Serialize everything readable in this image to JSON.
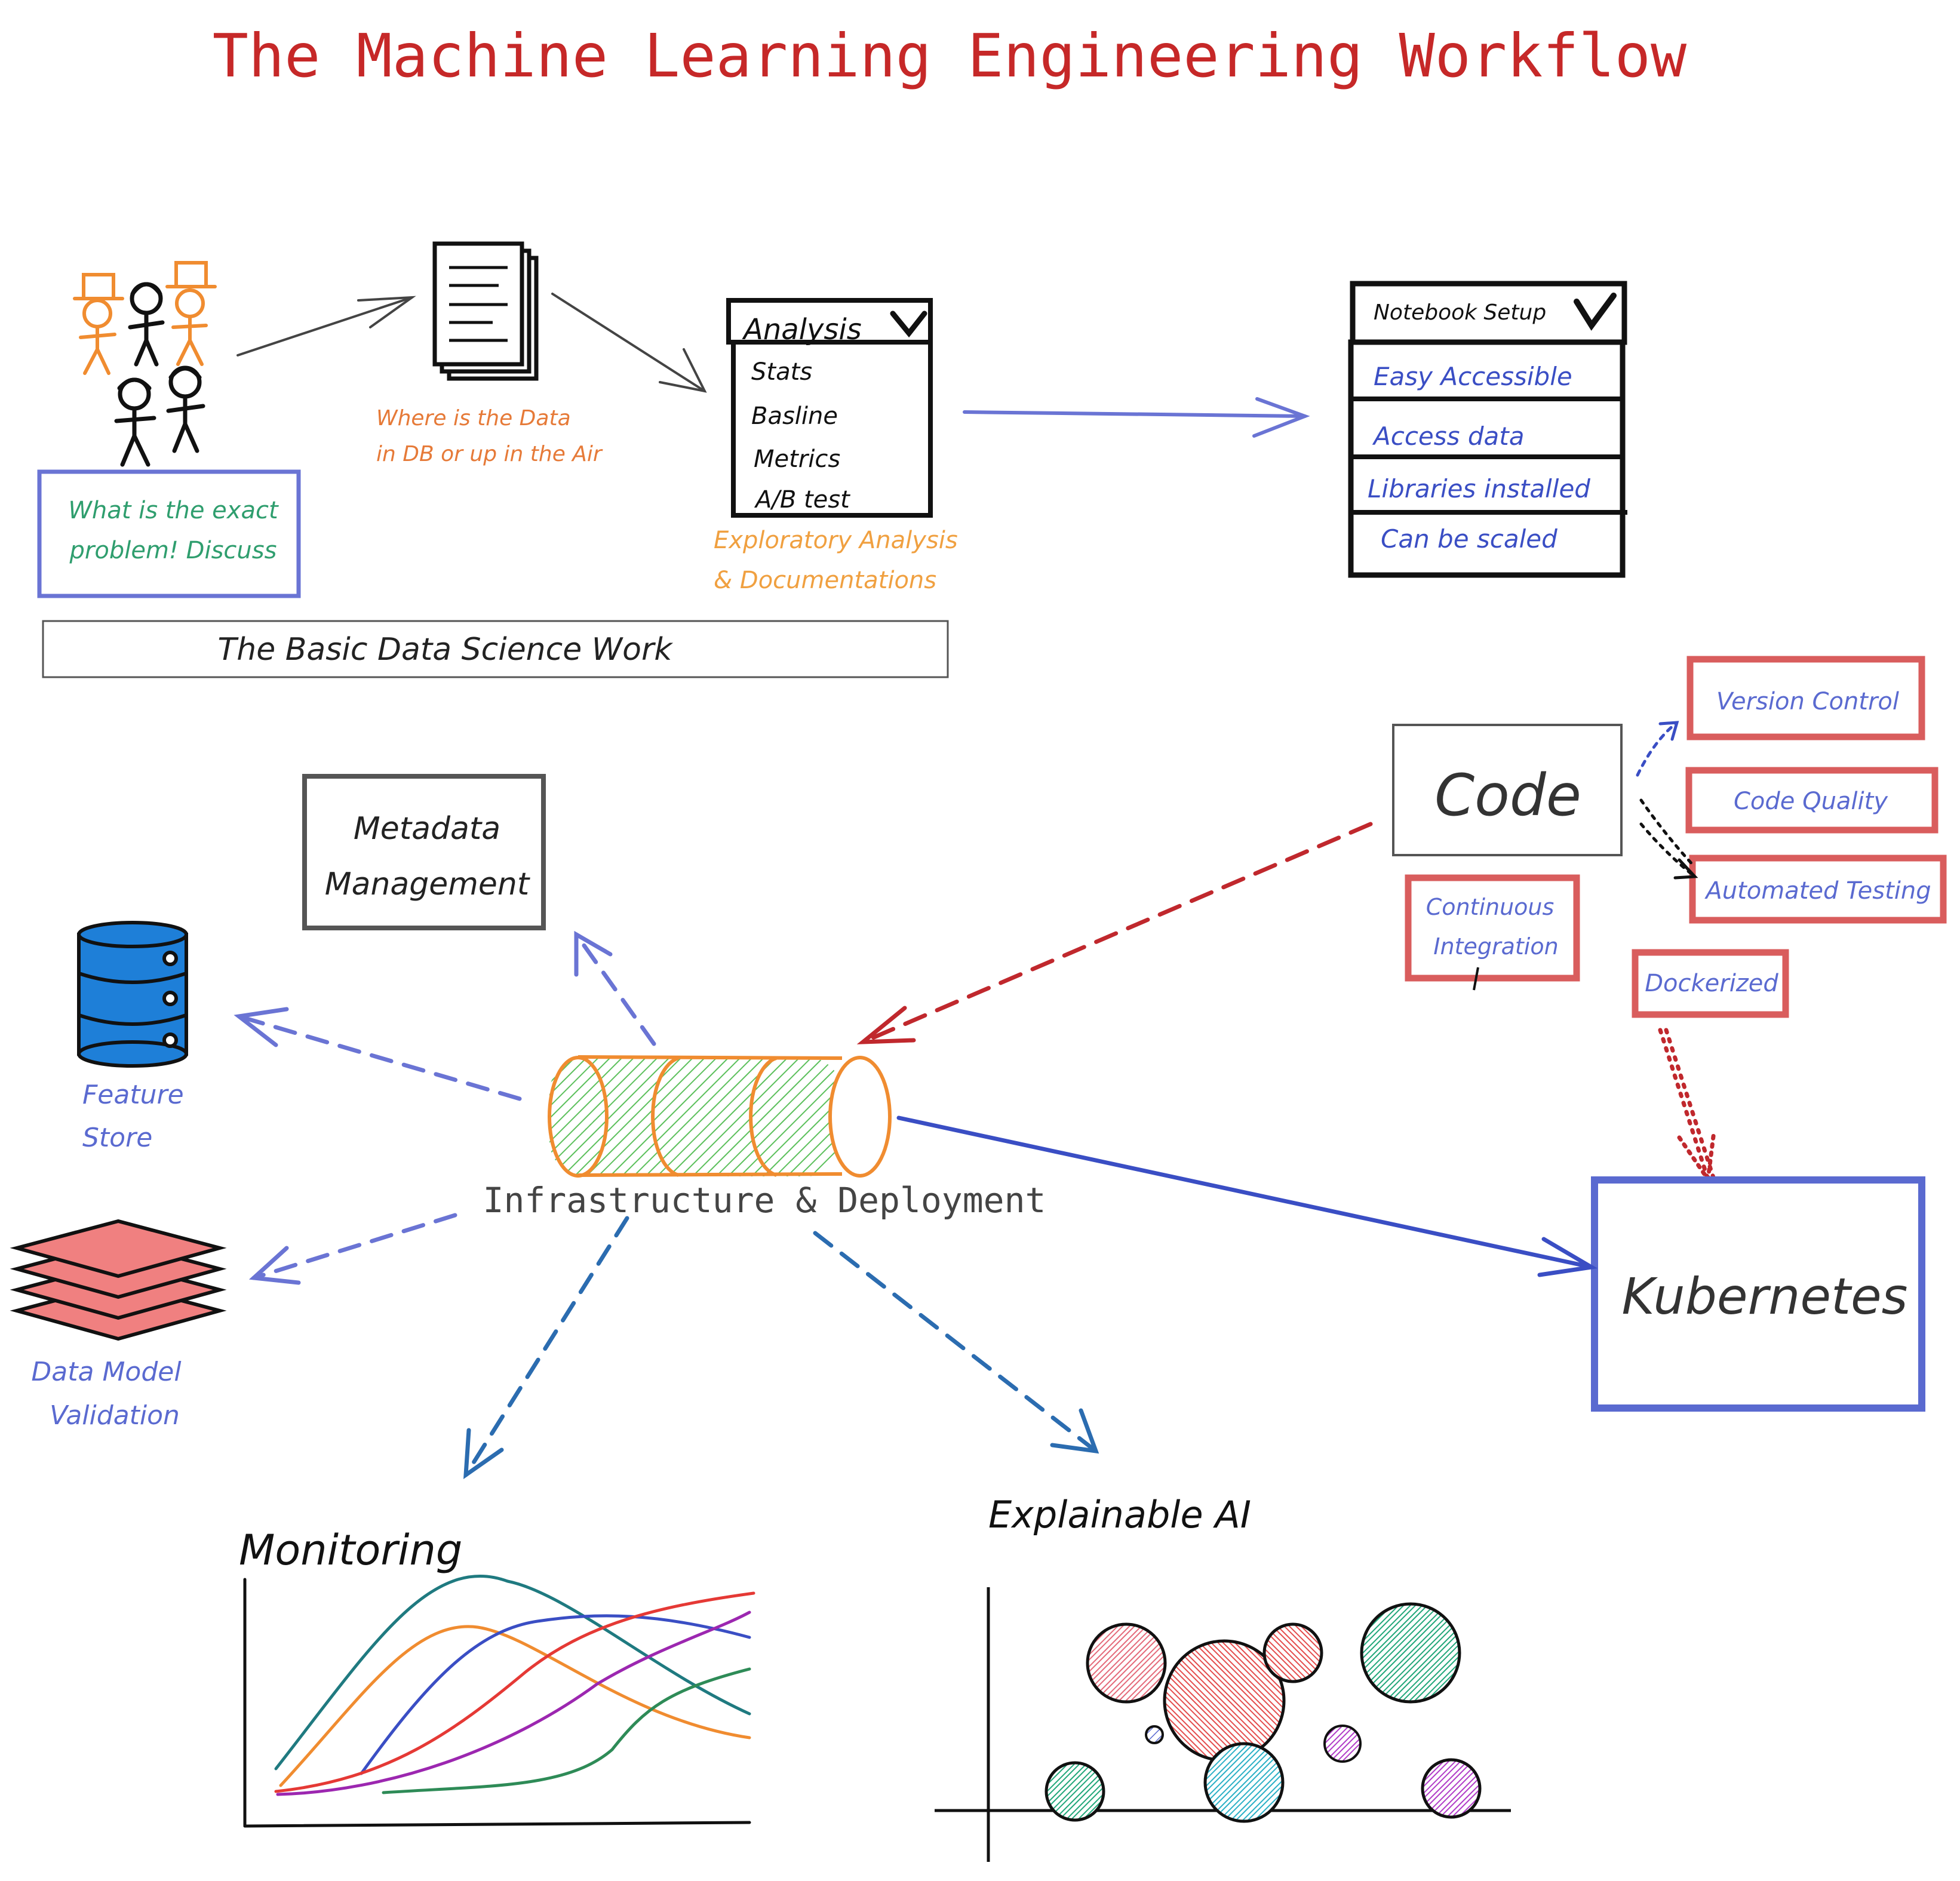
{
  "title": "The Machine Learning Engineering Workflow",
  "basic": {
    "problem_line1": "What is the exact",
    "problem_line2": "problem! Discuss",
    "data_line1": "Where is the Data",
    "data_line2": "in DB or up in the Air",
    "analysis_header": "Analysis",
    "analysis_items": [
      "Stats",
      "Basline",
      "Metrics",
      "A/B test"
    ],
    "exploratory_line1": "Exploratory Analysis",
    "exploratory_line2": "& Documentations",
    "section_label": "The Basic Data Science Work"
  },
  "notebook": {
    "header": "Notebook Setup",
    "items": [
      "Easy Accessible",
      "Access data",
      "Libraries installed",
      "Can be scaled"
    ]
  },
  "code": {
    "label": "Code",
    "version_control": "Version Control",
    "code_quality": "Code Quality",
    "automated_testing": "Automated Testing",
    "ci_line1": "Continuous",
    "ci_line2": "Integration",
    "dockerized": "Dockerized"
  },
  "kubernetes": "Kubernetes",
  "infra_label": "Infrastructure & Deployment",
  "metadata_line1": "Metadata",
  "metadata_line2": "Management",
  "feature_line1": "Feature",
  "feature_line2": "Store",
  "validation_line1": "Data Model",
  "validation_line2": "Validation",
  "monitoring": "Monitoring",
  "explainable": "Explainable AI",
  "colors": {
    "title_red": "#c62828",
    "periwinkle": "#6a74d4",
    "orange": "#f08c30",
    "teal_green": "#2f9e6e",
    "box_red": "#d95d5d",
    "deep_blue": "#3a4ec4",
    "dash_blue": "#2b6cb0",
    "dark_red": "#c0282d"
  }
}
